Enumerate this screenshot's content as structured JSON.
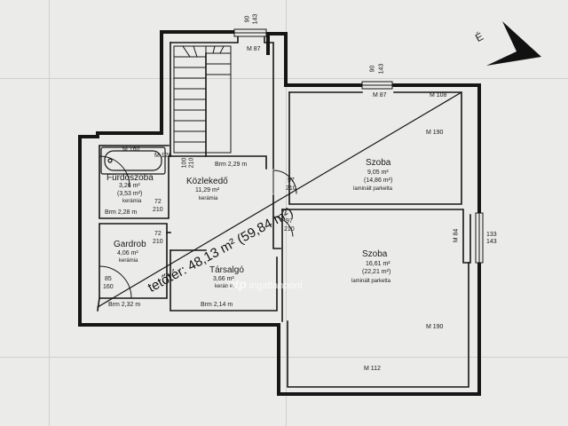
{
  "plan": {
    "total_area_label": "tetőtér: 48,13 m² (59,84 m²)",
    "watermark_brand": "otp",
    "watermark_text": "ingatlanpont",
    "north_label": "É",
    "rooms": {
      "furdoszoba": {
        "name": "Fürdőszoba",
        "area": "3,26 m²",
        "area2": "(3,53 m²)",
        "floor": "kerámia"
      },
      "kozlekedo": {
        "name": "Közlekedő",
        "area": "11,29 m²",
        "floor": "kerámia"
      },
      "szoba1": {
        "name": "Szoba",
        "area": "9,05 m²",
        "area2": "(14,86 m²)",
        "floor": "laminált parketta"
      },
      "szoba2": {
        "name": "Szoba",
        "area": "16,61 m²",
        "area2": "(22,21 m²)",
        "floor": "laminált parketta"
      },
      "gardrob": {
        "name": "Gardrob",
        "area": "4,06 m²",
        "floor": "kerámia"
      },
      "tarsalgo": {
        "name": "Társalgó",
        "area": "3,66 m²",
        "floor": "kerámia"
      }
    },
    "dimensions": {
      "win_top_1": "90",
      "win_top_2": "143",
      "m_87_a": "M 87",
      "win_right_1": "90",
      "win_right_2": "143",
      "m_87_b": "M 87",
      "m_108": "M 108",
      "m_190_a": "M 190",
      "m_190_b": "M 190",
      "m_112": "M 112",
      "m_84": "M 84",
      "w133": "133",
      "w143": "143",
      "m_160": "M 160",
      "m_126": "M 126",
      "brm_229": "Brm 2,29 m",
      "brm_228": "Brm 2,28 m",
      "brm_232": "Brm 2,32 m",
      "brm_214": "Brm 2,14 m",
      "d100": "100",
      "d210a": "210",
      "d97a": "97",
      "d210b": "210",
      "d97b": "97",
      "d210c": "210",
      "d72a": "72",
      "d210d": "210",
      "d72b": "72",
      "d210e": "210",
      "d85": "85",
      "d160": "160"
    }
  },
  "colors": {
    "wall": "#161616",
    "paper": "#ebebea",
    "grid": "#cfcfcf"
  }
}
